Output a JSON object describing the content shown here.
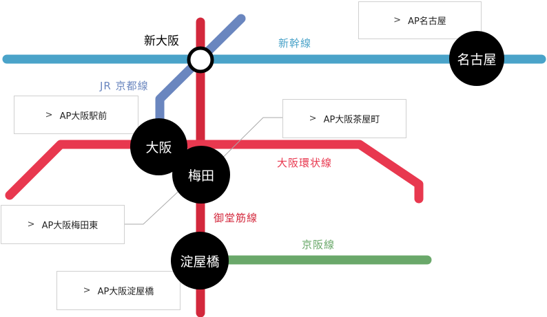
{
  "colors": {
    "shinkansen": "#4aa3c9",
    "jr_kyoto": "#6a86bf",
    "osaka_loop": "#e8384f",
    "midosuji": "#d3283c",
    "keihan": "#6aa86a",
    "station_fill": "#000000",
    "station_text": "#ffffff"
  },
  "lines": {
    "shinkansen": "新幹線",
    "jr_kyoto": "JR 京都線",
    "osaka_loop": "大阪環状線",
    "midosuji": "御堂筋線",
    "keihan": "京阪線"
  },
  "stations": {
    "shin_osaka": "新大阪",
    "nagoya": "名古屋",
    "osaka": "大阪",
    "umeda": "梅田",
    "yodoyabashi": "淀屋橋"
  },
  "callouts": {
    "arrow": ">",
    "nagoya": "AP名古屋",
    "osaka_ekimae": "AP大阪駅前",
    "chayamachi": "AP大阪茶屋町",
    "umeda_higashi": "AP大阪梅田東",
    "yodoyabashi": "AP大阪淀屋橋"
  }
}
